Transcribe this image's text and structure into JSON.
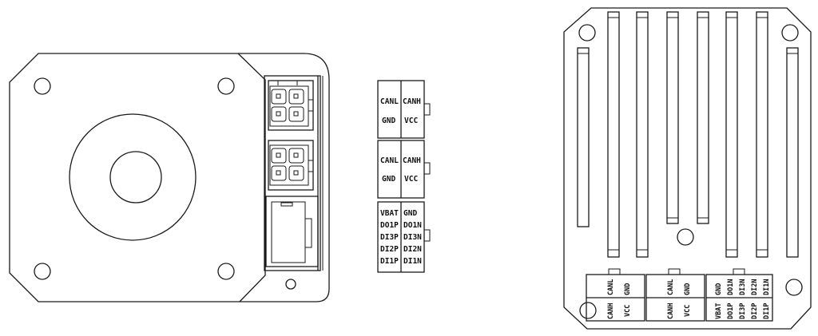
{
  "connectors": {
    "can1": {
      "tl": "CANL",
      "tr": "CANH",
      "bl": "GND",
      "br": "VCC"
    },
    "can2": {
      "tl": "CANL",
      "tr": "CANH",
      "bl": "GND",
      "br": "VCC"
    },
    "io": {
      "left": [
        "VBAT",
        "DO1P",
        "DI3P",
        "DI2P",
        "DI1P"
      ],
      "right": [
        "GND",
        "DO1N",
        "DI3N",
        "DI2N",
        "DI1N"
      ]
    }
  },
  "right_view": {
    "can1": {
      "a": "CANL",
      "b": "CANH",
      "c": "GND",
      "d": "VCC"
    },
    "can2": {
      "a": "CANL",
      "b": "CANH",
      "c": "GND",
      "d": "VCC"
    },
    "io": [
      "VBAT",
      "GND",
      "DO1P",
      "DO1N",
      "DI3P",
      "DI3N",
      "DI2P",
      "DI2N",
      "DI1P",
      "DI1N"
    ]
  },
  "colors": {
    "line": "#1a1a1a",
    "background": "#ffffff"
  }
}
